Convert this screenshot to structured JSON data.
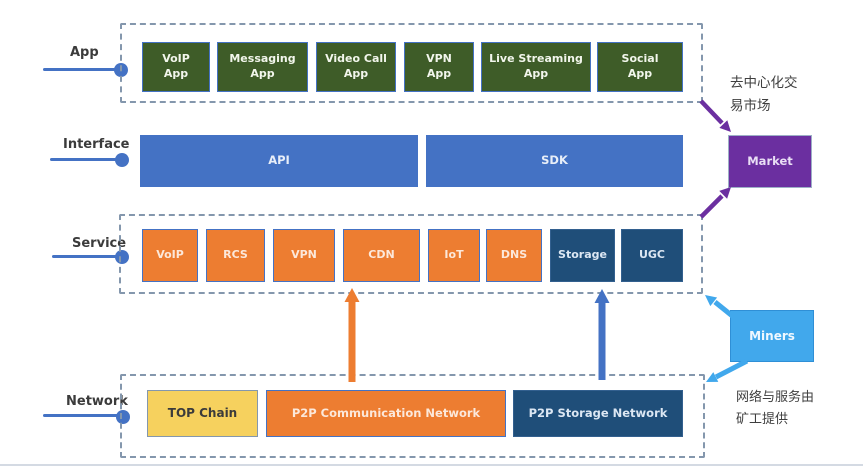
{
  "layers": {
    "app": {
      "label": "App",
      "boxes": [
        "VoIP\nApp",
        "Messaging App",
        "Video Call\nApp",
        "VPN\nApp",
        "Live Streaming App",
        "Social\nApp"
      ]
    },
    "interface": {
      "label": "Interface",
      "boxes": [
        "API",
        "SDK"
      ]
    },
    "service": {
      "label": "Service",
      "boxes": [
        "VoIP",
        "RCS",
        "VPN",
        "CDN",
        "IoT",
        "DNS",
        "Storage",
        "UGC"
      ]
    },
    "network": {
      "label": "Network",
      "boxes": [
        "TOP Chain",
        "P2P Communication Network",
        "P2P Storage Network"
      ]
    }
  },
  "annotations": {
    "market": {
      "label": "Market",
      "caption": "去中心化交\n易市场"
    },
    "miners": {
      "label": "Miners",
      "caption": "网络与服务由\n矿工提供"
    }
  },
  "colors": {
    "accent_blue": "#4472C4",
    "dark_green": "#3E5C28",
    "orange": "#ED7D31",
    "navy": "#1F4E79",
    "yellow": "#F6D15E",
    "purple": "#6B2FA0",
    "light_blue": "#41A8EC",
    "dash_gray": "#8497AD"
  }
}
